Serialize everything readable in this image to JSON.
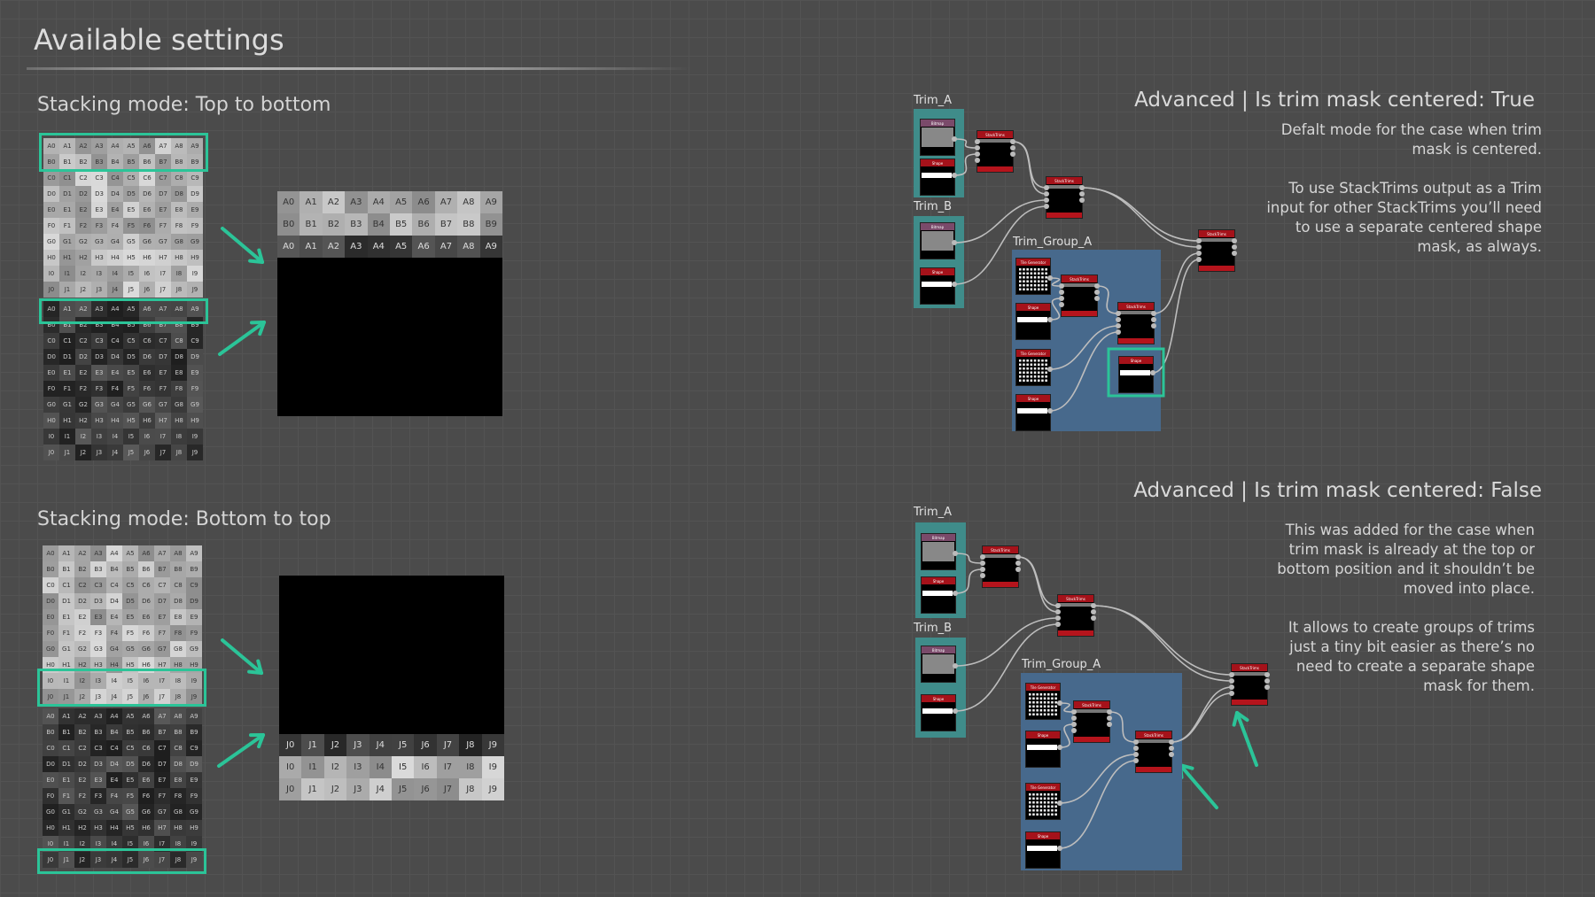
{
  "title": "Available settings",
  "grid": {
    "rows": [
      "A",
      "B",
      "C",
      "D",
      "E",
      "F",
      "G",
      "H",
      "I",
      "J"
    ],
    "cols": [
      "0",
      "1",
      "2",
      "3",
      "4",
      "5",
      "6",
      "7",
      "8",
      "9"
    ]
  },
  "top_to_bottom": {
    "heading": "Stacking mode: Top to bottom",
    "result_rows": [
      [
        "A",
        "light"
      ],
      [
        "B",
        "light"
      ],
      [
        "A",
        "dark"
      ]
    ]
  },
  "bottom_to_top": {
    "heading": "Stacking mode: Bottom to top",
    "result_rows": [
      [
        "J",
        "dark"
      ],
      [
        "I",
        "light"
      ],
      [
        "J",
        "light"
      ]
    ]
  },
  "advanced_true": {
    "heading": "Advanced | Is trim mask centered: True",
    "paragraphs": [
      [
        "Defalt mode for the case when trim",
        "mask is centered."
      ],
      [
        "To use StackTrims output as a Trim",
        "input for other StackTrims you’ll need",
        "to use a separate centered shape",
        "mask, as always."
      ]
    ],
    "trim_a": "Trim_A",
    "trim_b": "Trim_B",
    "group": "Trim_Group_A"
  },
  "advanced_false": {
    "heading": "Advanced | Is trim mask centered: False",
    "paragraphs": [
      [
        "This was added for the case when",
        "trim mask is already at the top or",
        "bottom position and it shouldn’t be",
        "moved into place."
      ],
      [
        "It allows to create groups of trims",
        "just a tiny bit easier as there’s no",
        "need to create a separate shape",
        "mask for them."
      ]
    ],
    "trim_a": "Trim_A",
    "trim_b": "Trim_B",
    "group": "Trim_Group_A"
  },
  "node_titles": {
    "bitmap": "Bitmap",
    "shape": "Shape",
    "stack": "StackTrims",
    "tile": "Tile Generator"
  },
  "colors": {
    "accent": "#2bc498",
    "trim_panel": "#3f8c8a",
    "group_panel": "#47698c",
    "node_header": "#a5121a",
    "bitmap_header": "#7a4a6a"
  }
}
